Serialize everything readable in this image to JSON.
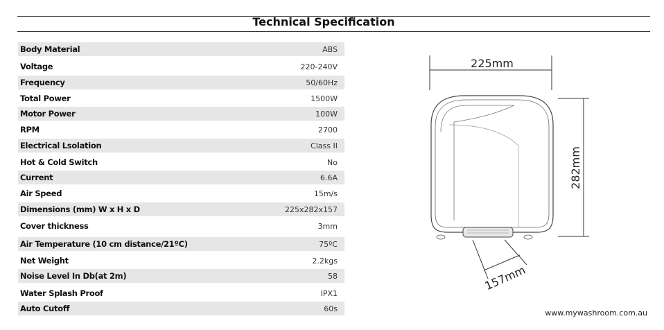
{
  "title": "Technical Specification",
  "specs": [
    {
      "label": "Body Material",
      "value": "ABS"
    },
    {
      "label": "Voltage",
      "value": "220-240V"
    },
    {
      "label": "Frequency",
      "value": "50/60Hz"
    },
    {
      "label": "Total Power",
      "value": "1500W"
    },
    {
      "label": "Motor Power",
      "value": "100W"
    },
    {
      "label": "RPM",
      "value": "2700"
    },
    {
      "label": "Electrical Lsolation",
      "value": "Class II"
    },
    {
      "label": "Hot & Cold Switch",
      "value": "No"
    },
    {
      "label": "Current",
      "value": "6.6A"
    },
    {
      "label": "Air Speed",
      "value": "15m/s"
    },
    {
      "label": "Dimensions (mm)  W x H x D",
      "value": "225x282x157"
    },
    {
      "label": "Cover thickness",
      "value": "3mm"
    },
    {
      "label": "Air Temperature (10 cm distance/21ºC)",
      "value": "75ºC"
    },
    {
      "label": "Net Weight",
      "value": "2.2kgs"
    },
    {
      "label": "Noise Level In Db(at 2m)",
      "value": "58"
    },
    {
      "label": "Water Splash Proof",
      "value": "IPX1"
    },
    {
      "label": "Auto Cutoff",
      "value": "60s"
    }
  ],
  "diagram": {
    "width_label": "225mm",
    "height_label": "282mm",
    "depth_label": "157mm"
  },
  "footer": {
    "website": "www.mywashroom.com.au"
  }
}
